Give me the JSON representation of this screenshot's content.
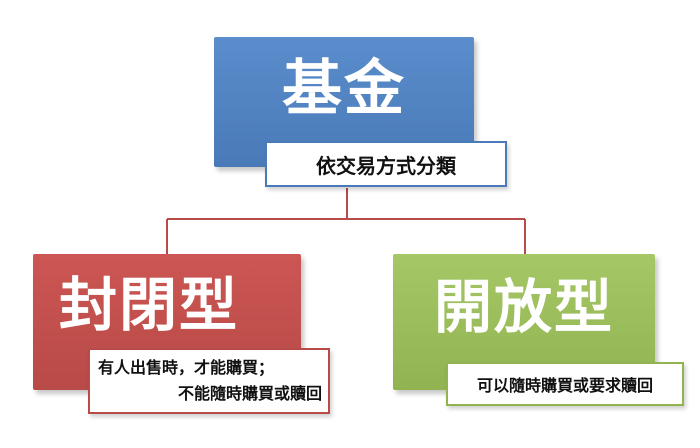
{
  "root": {
    "title": "基金",
    "note": "依交易方式分類",
    "color": "#4a7ab8"
  },
  "branches": [
    {
      "title": "封閉型",
      "note_lines": [
        "有人出售時，才能購買；",
        "不能隨時購買或贖回"
      ],
      "color": "#b84a47"
    },
    {
      "title": "開放型",
      "note_lines": [
        "可以隨時購買或要求贖回"
      ],
      "color": "#91b352"
    }
  ],
  "connector_color": "#b84a47"
}
